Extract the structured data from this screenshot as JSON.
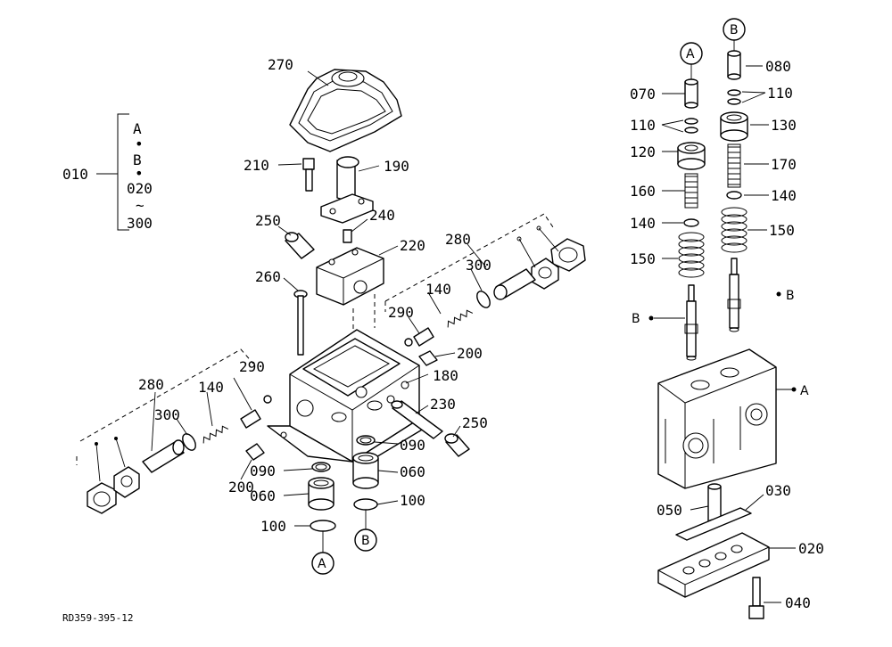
{
  "drawing_id": "RD359-395-12",
  "legend": {
    "main_part": "010",
    "items": [
      "A",
      "B",
      "020",
      "300"
    ],
    "range_symbol": "~",
    "separator": "•"
  },
  "callouts": {
    "p270": "270",
    "p210": "210",
    "p190": "190",
    "p250a": "250",
    "p240": "240",
    "p220": "220",
    "p280a": "280",
    "p260": "260",
    "p300a": "300",
    "p140a": "140",
    "p290a": "290",
    "p200a": "200",
    "p180": "180",
    "p280b": "280",
    "p140b": "140",
    "p290b": "290",
    "p300b": "300",
    "p230": "230",
    "p250b": "250",
    "p090a": "090",
    "p090b": "090",
    "p060a": "060",
    "p060b": "060",
    "p200b": "200",
    "p100a": "100",
    "p100b": "100",
    "p080": "080",
    "p110a": "110",
    "p110b": "110",
    "p070": "070",
    "p130": "130",
    "p120": "120",
    "p170": "170",
    "p160": "160",
    "p140c": "140",
    "p140d": "140",
    "p150a": "150",
    "p150b": "150",
    "p050": "050",
    "p030": "030",
    "p020": "020",
    "p040": "040"
  },
  "references": {
    "a_top": "A",
    "b_top": "B",
    "a_bottom": "A",
    "b_bottom": "B",
    "b_right": "B",
    "b_left": "B",
    "a_right": "A"
  }
}
